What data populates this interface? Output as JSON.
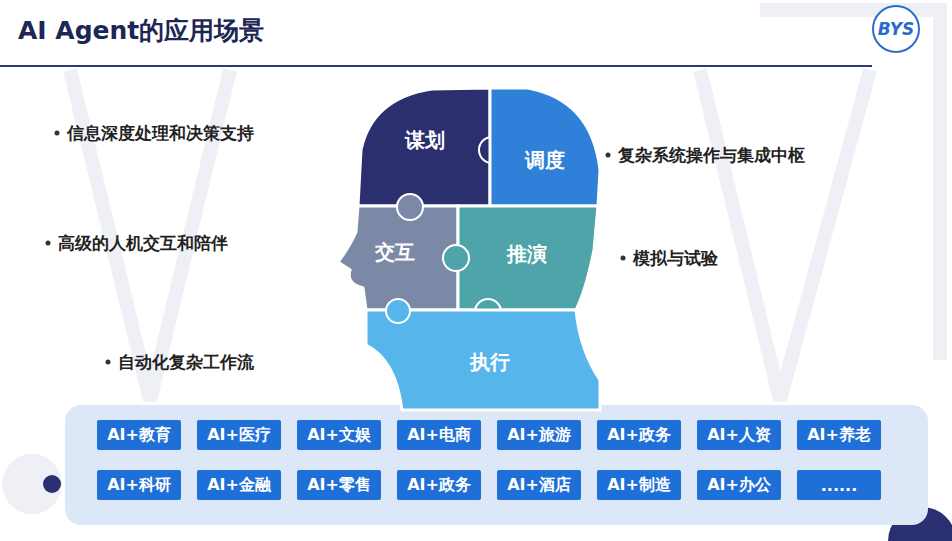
{
  "diagram": {
    "title": "AI Agent的应用场景",
    "nodes": [
      {
        "text": [
          "BYS"
        ]
      },
      {
        "text": [
          "谋划"
        ]
      },
      {
        "text": [
          "调度"
        ]
      },
      {
        "text": [
          "交互"
        ]
      },
      {
        "text": [
          "推演"
        ]
      },
      {
        "text": [
          "执行"
        ]
      },
      {
        "text": [
          "AI+教育"
        ]
      },
      {
        "text": [
          "AI+医疗"
        ]
      },
      {
        "text": [
          "AI+文娱"
        ]
      },
      {
        "text": [
          "AI+电商"
        ]
      },
      {
        "text": [
          "AI+旅游"
        ]
      },
      {
        "text": [
          "AI+政务"
        ]
      },
      {
        "text": [
          "AI+人资"
        ]
      },
      {
        "text": [
          "AI+养老"
        ]
      },
      {
        "text": [
          "AI+科研"
        ]
      },
      {
        "text": [
          "AI+金融"
        ]
      },
      {
        "text": [
          "AI+零售"
        ]
      },
      {
        "text": [
          "AI+政务"
        ]
      },
      {
        "text": [
          "AI+酒店"
        ]
      },
      {
        "text": [
          "AI+制造"
        ]
      },
      {
        "text": [
          "AI+办公"
        ]
      },
      {
        "text": [
          "......"
        ]
      }
    ],
    "labels": [
      "信息深度处理和决策支持",
      "复杂系统操作与集成中枢",
      "高级的人机交互和陪伴",
      "模拟与试验",
      "自动化复杂工作流"
    ]
  }
}
